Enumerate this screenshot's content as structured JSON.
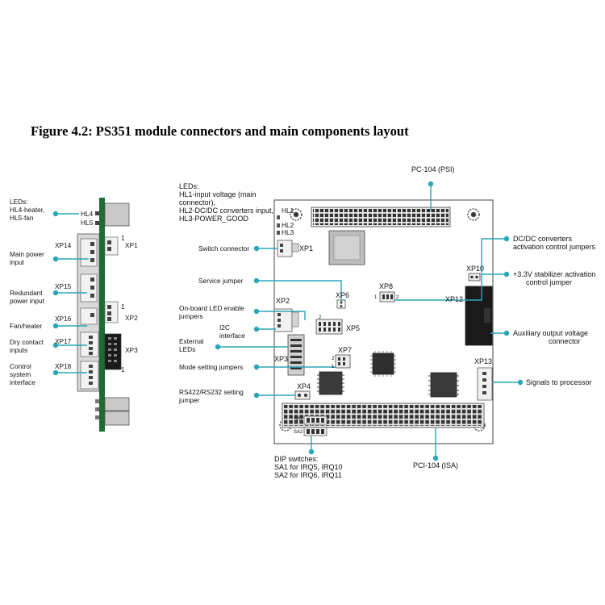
{
  "title": "Figure 4.2: PS351 module connectors and main components layout",
  "colors": {
    "callout": "#2aa6b7",
    "pcb_green": "#1f6b34",
    "pin": "#333333"
  },
  "side": {
    "leds": [
      "LEDs:",
      "HL4-heater,",
      "HL5-fan"
    ],
    "hl4": "HL4",
    "hl5": "HL5",
    "main_power": [
      "Main power",
      "input"
    ],
    "redundant_power": [
      "Redundant",
      "power input"
    ],
    "fan_heater": "Fan/heater",
    "dry_contact": [
      "Dry contact",
      "inputs"
    ],
    "control_system": [
      "Control",
      "system",
      "interface"
    ],
    "xp14": "XP14",
    "xp15": "XP15",
    "xp16": "XP16",
    "xp17": "XP17",
    "xp18": "XP18",
    "xp1": "XP1",
    "xp2": "XP2",
    "xp3": "XP3",
    "one": "1"
  },
  "board": {
    "leds_text": [
      "LEDs:",
      "HL1-input voltage (main",
      "connector),",
      "HL2-DC/DC converters input,",
      "HL3-POWER_GOOD"
    ],
    "hl1": "HL1",
    "hl2": "HL2",
    "hl3": "HL3",
    "pc104": "PC-104 (PSI)",
    "dcdc": [
      "DC/DC converters",
      "activation control jumpers"
    ],
    "stab": [
      "+3.3V stabilizer activation",
      "control jumper"
    ],
    "aux": [
      "Auxiliary output voltage",
      "connector"
    ],
    "signals": "Signals to processor",
    "pci104": "PCI-104 (ISA)",
    "dip": [
      "DIP switches:",
      "SA1 for IRQ5, IRQ10",
      "SA2 for IRQ6, IRQ11"
    ],
    "switch_conn": "Switch connector",
    "service": "Service jumper",
    "onboard_led": [
      "On-board LED enable",
      "jumpers"
    ],
    "i2c": [
      "I2C",
      "interface"
    ],
    "external_leds": [
      "External",
      "LEDs"
    ],
    "mode": "Mode setting jumpers",
    "rs": [
      "RS422/RS232 setting",
      "jumper"
    ],
    "xp1": "XP1",
    "xp2": "XP2",
    "xp3": "XP3",
    "xp4": "XP4",
    "xp5": "XP5",
    "xp6": "XP6",
    "xp7": "XP7",
    "xp8": "XP8",
    "xp10": "XP10",
    "xp12": "XP12",
    "xp13": "XP13",
    "sa1": "SA1",
    "sa2": "SA2",
    "pin1": "1",
    "pin2": "2"
  }
}
